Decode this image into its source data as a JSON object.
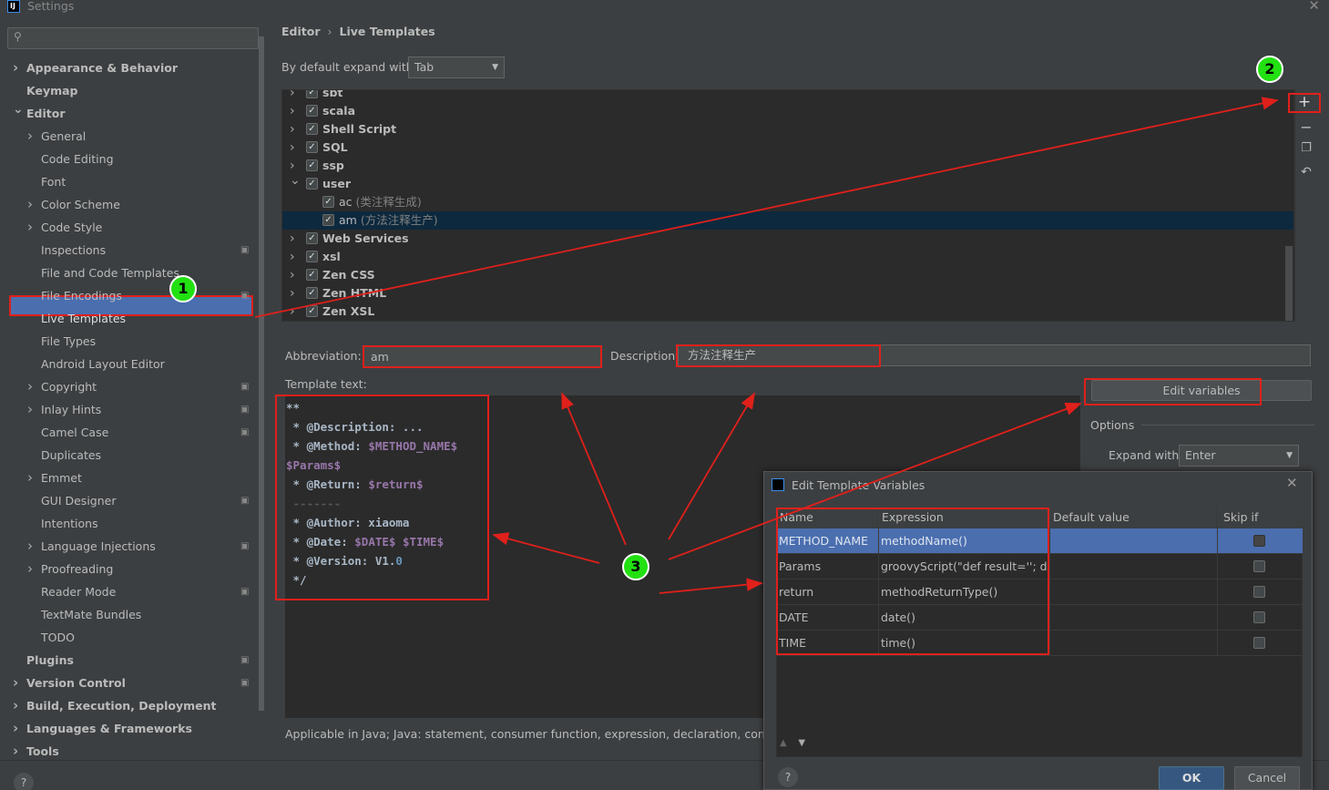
{
  "window": {
    "title": "Settings"
  },
  "search": {
    "placeholder": ""
  },
  "sidebar": {
    "items": [
      {
        "label": "Appearance & Behavior",
        "bold": true,
        "level": 0,
        "arrow": "right"
      },
      {
        "label": "Keymap",
        "bold": true,
        "level": 0,
        "arrow": ""
      },
      {
        "label": "Editor",
        "bold": true,
        "level": 0,
        "arrow": "down"
      },
      {
        "label": "General",
        "level": 1,
        "arrow": "right"
      },
      {
        "label": "Code Editing",
        "level": 1,
        "arrow": ""
      },
      {
        "label": "Font",
        "level": 1,
        "arrow": ""
      },
      {
        "label": "Color Scheme",
        "level": 1,
        "arrow": "right"
      },
      {
        "label": "Code Style",
        "level": 1,
        "arrow": "right"
      },
      {
        "label": "Inspections",
        "level": 1,
        "arrow": "",
        "gear": true
      },
      {
        "label": "File and Code Templates",
        "level": 1,
        "arrow": ""
      },
      {
        "label": "File Encodings",
        "level": 1,
        "arrow": "",
        "gear": true
      },
      {
        "label": "Live Templates",
        "level": 1,
        "arrow": "",
        "selected": true
      },
      {
        "label": "File Types",
        "level": 1,
        "arrow": ""
      },
      {
        "label": "Android Layout Editor",
        "level": 1,
        "arrow": ""
      },
      {
        "label": "Copyright",
        "level": 1,
        "arrow": "right",
        "gear": true
      },
      {
        "label": "Inlay Hints",
        "level": 1,
        "arrow": "right",
        "gear": true
      },
      {
        "label": "Camel Case",
        "level": 1,
        "arrow": "",
        "gear": true
      },
      {
        "label": "Duplicates",
        "level": 1,
        "arrow": ""
      },
      {
        "label": "Emmet",
        "level": 1,
        "arrow": "right"
      },
      {
        "label": "GUI Designer",
        "level": 1,
        "arrow": "",
        "gear": true
      },
      {
        "label": "Intentions",
        "level": 1,
        "arrow": ""
      },
      {
        "label": "Language Injections",
        "level": 1,
        "arrow": "right",
        "gear": true
      },
      {
        "label": "Proofreading",
        "level": 1,
        "arrow": "right"
      },
      {
        "label": "Reader Mode",
        "level": 1,
        "arrow": "",
        "gear": true
      },
      {
        "label": "TextMate Bundles",
        "level": 1,
        "arrow": ""
      },
      {
        "label": "TODO",
        "level": 1,
        "arrow": ""
      },
      {
        "label": "Plugins",
        "bold": true,
        "level": 0,
        "arrow": "",
        "gear": true
      },
      {
        "label": "Version Control",
        "bold": true,
        "level": 0,
        "arrow": "right",
        "gear": true
      },
      {
        "label": "Build, Execution, Deployment",
        "bold": true,
        "level": 0,
        "arrow": "right"
      },
      {
        "label": "Languages & Frameworks",
        "bold": true,
        "level": 0,
        "arrow": "right"
      },
      {
        "label": "Tools",
        "bold": true,
        "level": 0,
        "arrow": "right"
      }
    ]
  },
  "breadcrumb": {
    "parent": "Editor",
    "current": "Live Templates"
  },
  "expand": {
    "label": "By default expand with",
    "value": "Tab"
  },
  "template_groups": [
    {
      "label": "sbt",
      "checked": true
    },
    {
      "label": "scala",
      "checked": true
    },
    {
      "label": "Shell Script",
      "checked": true
    },
    {
      "label": "SQL",
      "checked": true
    },
    {
      "label": "ssp",
      "checked": true
    },
    {
      "label": "user",
      "checked": true,
      "expanded": true
    },
    {
      "label": "ac",
      "desc": " (类注释生成)",
      "checked": true,
      "child": true
    },
    {
      "label": "am",
      "desc": " (方法注释生产)",
      "checked": true,
      "child": true,
      "selected": true
    },
    {
      "label": "Web Services",
      "checked": true
    },
    {
      "label": "xsl",
      "checked": true
    },
    {
      "label": "Zen CSS",
      "checked": true
    },
    {
      "label": "Zen HTML",
      "checked": true
    },
    {
      "label": "Zen XSL",
      "checked": true
    }
  ],
  "form": {
    "abbreviation_label": "Abbreviation:",
    "abbreviation_value": "am",
    "description_label": "Description:",
    "description_value": "方法注释生产",
    "template_text_label": "Template text:",
    "edit_variables": "Edit variables",
    "options_label": "Options",
    "expand_with_label": "Expand with",
    "expand_with_value": "Enter",
    "applicable": "Applicable in Java; Java: statement, consumer function, expression, declaration, comment,"
  },
  "code_lines": [
    {
      "parts": [
        {
          "t": "**",
          "c": ""
        }
      ]
    },
    {
      "parts": [
        {
          "t": " * @Description: ...",
          "c": ""
        }
      ]
    },
    {
      "parts": [
        {
          "t": " * @Method: ",
          "c": ""
        },
        {
          "t": "$METHOD_NAME$",
          "c": "var"
        }
      ]
    },
    {
      "parts": [
        {
          "t": "$Params$",
          "c": "var"
        }
      ]
    },
    {
      "parts": [
        {
          "t": " * @Return: ",
          "c": ""
        },
        {
          "t": "$return$",
          "c": "var"
        }
      ]
    },
    {
      "parts": [
        {
          "t": " -------",
          "c": "dim"
        }
      ]
    },
    {
      "parts": [
        {
          "t": " * @Author: xiaoma",
          "c": ""
        }
      ]
    },
    {
      "parts": [
        {
          "t": " * @Date: ",
          "c": ""
        },
        {
          "t": "$DATE$",
          "c": "var"
        },
        {
          "t": " ",
          "c": ""
        },
        {
          "t": "$TIME$",
          "c": "var"
        }
      ]
    },
    {
      "parts": [
        {
          "t": " * @Version: V1.",
          "c": ""
        },
        {
          "t": "0",
          "c": "num"
        }
      ]
    },
    {
      "parts": [
        {
          "t": " */",
          "c": ""
        }
      ]
    }
  ],
  "dialog": {
    "title": "Edit Template Variables",
    "headers": [
      "Name",
      "Expression",
      "Default value",
      "Skip if defined"
    ],
    "rows": [
      {
        "name": "METHOD_NAME",
        "expression": "methodName()",
        "default": "",
        "skip": true
      },
      {
        "name": "Params",
        "expression": "groovyScript(\"def result=''; d...",
        "default": "",
        "skip": false
      },
      {
        "name": "return",
        "expression": "methodReturnType()",
        "default": "",
        "skip": false
      },
      {
        "name": "DATE",
        "expression": "date()",
        "default": "",
        "skip": false
      },
      {
        "name": "TIME",
        "expression": "time()",
        "default": "",
        "skip": false
      }
    ],
    "ok": "OK",
    "cancel": "Cancel"
  },
  "markers": [
    "1",
    "2",
    "3"
  ],
  "colors": {
    "accent": "#4b6eaf",
    "highlight": "#e0201b",
    "marker": "#22e012"
  }
}
